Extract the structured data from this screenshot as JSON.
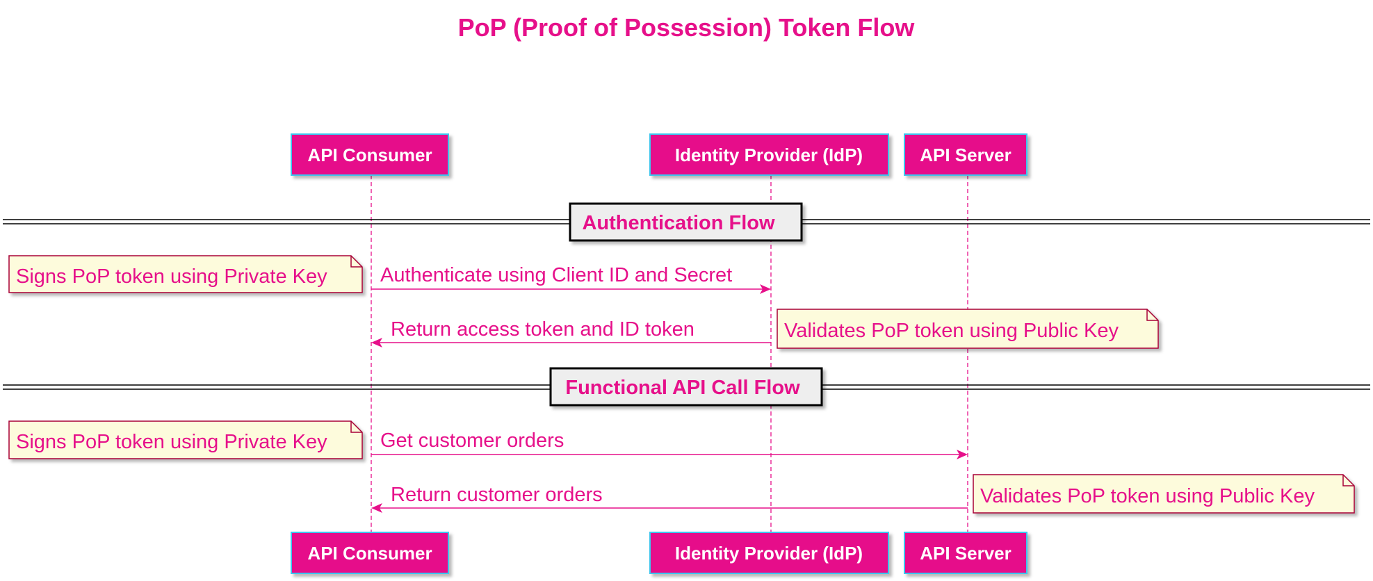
{
  "title": "PoP (Proof of Possession) Token Flow",
  "colors": {
    "accent": "#e6108a",
    "participant_fill": "#e6108a",
    "participant_border": "#3cc6ee",
    "participant_text": "#ffffff",
    "note_fill": "#fdfbdc",
    "note_border": "#a80036",
    "divider_fill": "#eeeeee",
    "divider_border": "#000000"
  },
  "participants": [
    {
      "id": "consumer",
      "label": "API Consumer"
    },
    {
      "id": "idp",
      "label": "Identity Provider (IdP)"
    },
    {
      "id": "server",
      "label": "API Server"
    }
  ],
  "sections": [
    {
      "label": "Authentication Flow"
    },
    {
      "label": "Functional API Call Flow"
    }
  ],
  "messages": [
    {
      "from": "consumer",
      "to": "idp",
      "label": "Authenticate using Client ID and Secret"
    },
    {
      "from": "idp",
      "to": "consumer",
      "label": "Return access token and ID token"
    },
    {
      "from": "consumer",
      "to": "server",
      "label": "Get customer orders"
    },
    {
      "from": "server",
      "to": "consumer",
      "label": "Return customer orders"
    }
  ],
  "notes": [
    {
      "text": "Signs PoP token using Private Key"
    },
    {
      "text": "Validates PoP token using Public Key"
    },
    {
      "text": "Signs PoP token using Private Key"
    },
    {
      "text": "Validates PoP token using Public Key"
    }
  ]
}
